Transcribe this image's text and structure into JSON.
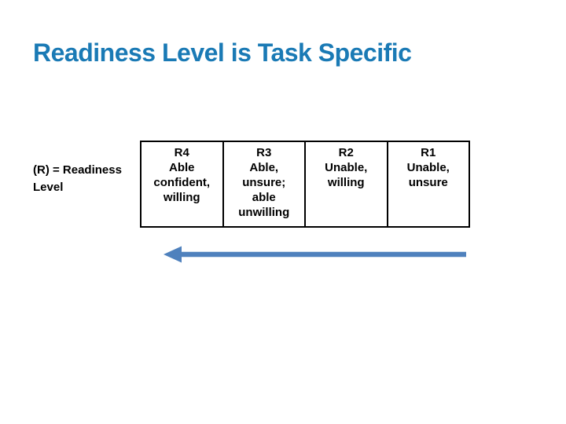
{
  "slide": {
    "title": "Readiness Level is Task Specific",
    "readiness_label": "(R) = Readiness Level",
    "table": {
      "columns": [
        {
          "header": "R4",
          "lines": [
            "Able",
            "confident,",
            "willing"
          ]
        },
        {
          "header": "R3",
          "lines": [
            "Able,",
            "unsure;",
            "able",
            "unwilling"
          ]
        },
        {
          "header": "R2",
          "lines": [
            "Unable,",
            "willing"
          ]
        },
        {
          "header": "R1",
          "lines": [
            "Unable,",
            "unsure"
          ]
        }
      ]
    },
    "arrow": {
      "direction": "left",
      "color": "#4f81bd"
    },
    "colors": {
      "title": "#1a7ab5",
      "text": "#000000",
      "background": "#ffffff",
      "table_border": "#000000"
    }
  }
}
